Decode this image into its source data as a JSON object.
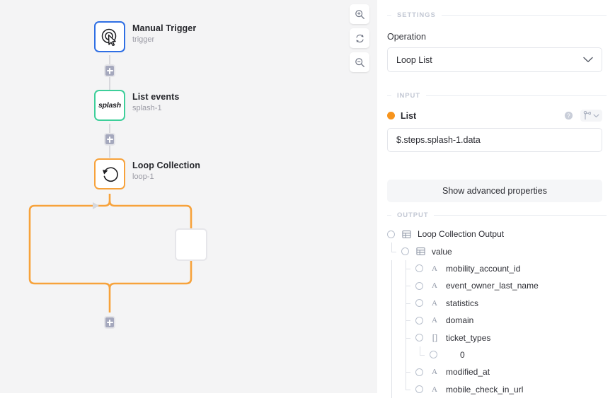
{
  "canvas": {
    "zoom_controls": [
      {
        "name": "zoom-in",
        "icon": "magnifier-plus-icon"
      },
      {
        "name": "zoom-reset",
        "icon": "refresh-icon"
      },
      {
        "name": "zoom-out",
        "icon": "magnifier-minus-icon"
      }
    ],
    "nodes": [
      {
        "title": "Manual Trigger",
        "subtitle": "trigger",
        "icon": "cursor-target-icon",
        "accent": "#2f6fe4"
      },
      {
        "title": "List events",
        "subtitle": "splash-1",
        "icon": "splash-logo",
        "icon_text": "splash",
        "accent": "#3ecf9a"
      },
      {
        "title": "Loop Collection",
        "subtitle": "loop-1",
        "icon": "loop-arrow-icon",
        "accent": "#f7a23b"
      }
    ],
    "loop_accent": "#f7a23b",
    "add_buttons": [
      {
        "name": "add-step-after-trigger"
      },
      {
        "name": "add-step-after-list-events"
      },
      {
        "name": "add-step-after-loop"
      }
    ]
  },
  "panel": {
    "settings": {
      "header": "SETTINGS",
      "operation_label": "Operation",
      "operation_value": "Loop List"
    },
    "input": {
      "header": "INPUT",
      "field_name": "List",
      "field_value": "$.steps.splash-1.data",
      "dot_color": "#f7941d"
    },
    "advanced_button": "Show advanced properties",
    "output": {
      "header": "OUTPUT",
      "tree": [
        {
          "depth": 0,
          "label": "Loop Collection Output",
          "type": "table",
          "last": false
        },
        {
          "depth": 1,
          "label": "value",
          "type": "table",
          "last": false
        },
        {
          "depth": 2,
          "label": "mobility_account_id",
          "type": "A",
          "last": false
        },
        {
          "depth": 2,
          "label": "event_owner_last_name",
          "type": "A",
          "last": false
        },
        {
          "depth": 2,
          "label": "statistics",
          "type": "A",
          "last": false
        },
        {
          "depth": 2,
          "label": "domain",
          "type": "A",
          "last": false
        },
        {
          "depth": 2,
          "label": "ticket_types",
          "type": "[]",
          "last": false
        },
        {
          "depth": 3,
          "label": "0",
          "type": "",
          "last": true
        },
        {
          "depth": 2,
          "label": "modified_at",
          "type": "A",
          "last": false
        },
        {
          "depth": 2,
          "label": "mobile_check_in_url",
          "type": "A",
          "last": false
        }
      ]
    }
  }
}
